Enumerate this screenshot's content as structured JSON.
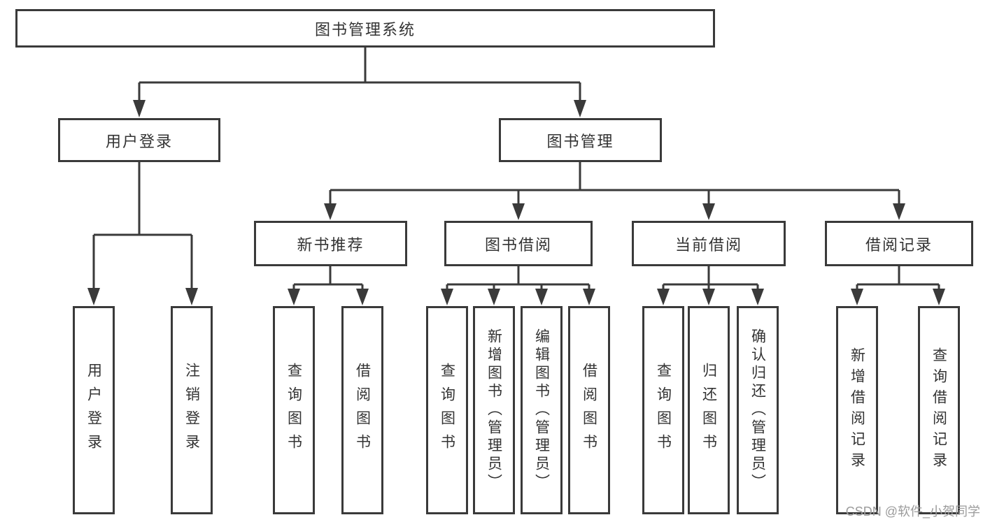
{
  "diagram": {
    "title": "图书管理系统",
    "level2": {
      "user_login": "用户登录",
      "book_management": "图书管理"
    },
    "level3": {
      "new_book_recommend": "新书推荐",
      "book_borrow": "图书借阅",
      "current_borrow": "当前借阅",
      "borrow_record": "借阅记录"
    },
    "leaves": {
      "user_login": [
        "用户登录",
        "注销登录"
      ],
      "new_book_recommend": [
        "查询图书",
        "借阅图书"
      ],
      "book_borrow": [
        "查询图书",
        "新增图书（管理员）",
        "编辑图书（管理员）",
        "借阅图书"
      ],
      "current_borrow": [
        "查询图书",
        "归还图书",
        "确认归还（管理员）"
      ],
      "borrow_record": [
        "新增借阅记录",
        "查询借阅记录"
      ]
    },
    "watermark": "CSDN @软件_小贺同学",
    "colors": {
      "line": "#3a3a3a",
      "text": "#333333",
      "watermark": "#9b9b9b",
      "background": "#ffffff"
    }
  }
}
